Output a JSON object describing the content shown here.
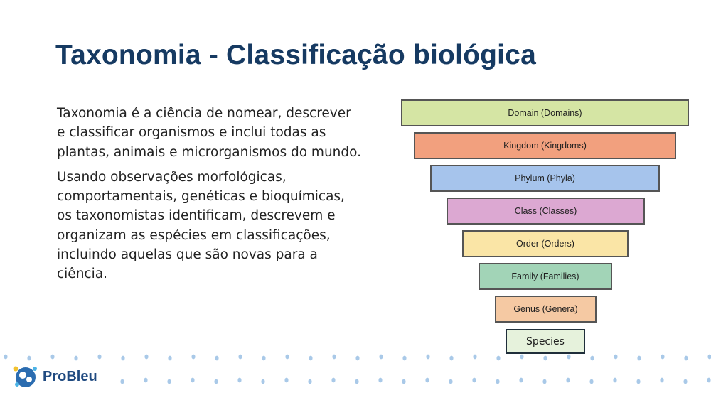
{
  "title": "Taxonomia - Classificação biológica",
  "paragraphs": [
    "Taxonomia é a ciência de nomear, descrever e classificar organismos e inclui todas as plantas, animais e microrganismos do mundo.",
    "Usando observações morfológicas, comportamentais, genéticas e bioquímicas, os taxonomistas identificam, descrevem e organizam as espécies em classificações, incluindo aquelas que são novas para a ciência."
  ],
  "taxonomy_levels": [
    {
      "label": "Domain (Domains)",
      "color": "#d5e5a4"
    },
    {
      "label": "Kingdom (Kingdoms)",
      "color": "#f2a07e"
    },
    {
      "label": "Phylum (Phyla)",
      "color": "#a6c4ec"
    },
    {
      "label": "Class (Classes)",
      "color": "#dca8d2"
    },
    {
      "label": "Order (Orders)",
      "color": "#fae5a6"
    },
    {
      "label": "Family (Families)",
      "color": "#a2d4b7"
    },
    {
      "label": "Genus (Genera)",
      "color": "#f5c9a3"
    },
    {
      "label": "Species",
      "color": "#e6f2dc"
    }
  ],
  "brand": {
    "name": "ProBleu",
    "accent": "#1f4a80",
    "dot_color": "#a9c9e8"
  }
}
